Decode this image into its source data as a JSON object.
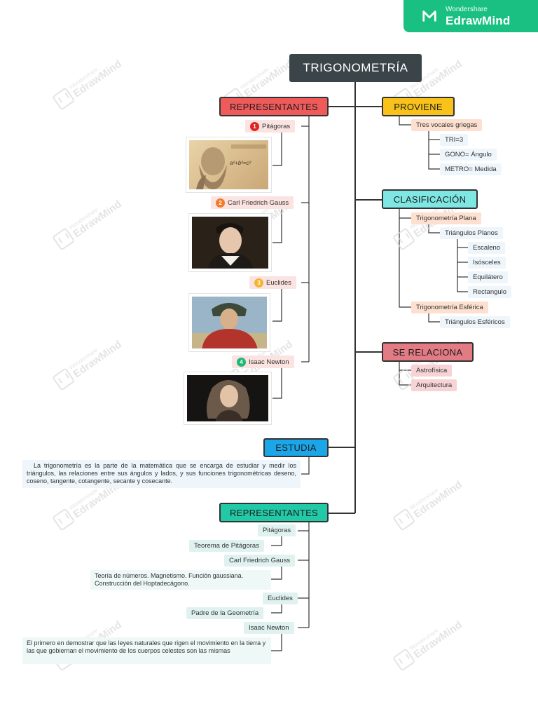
{
  "brand": {
    "small": "Wondershare",
    "big": "EdrawMind",
    "color": "#19c081"
  },
  "watermark": {
    "small": "Wondershare",
    "big": "EdrawMind"
  },
  "root": "TRIGONOMETRÍA",
  "representantes": {
    "title": "REPRESENTANTES",
    "color": "#ef5b5b",
    "items": [
      {
        "num": "1",
        "name": "Pitágoras",
        "badge_color": "#e02424",
        "formula": "a²+b²=c²"
      },
      {
        "num": "2",
        "name": "Carl Friedrich Gauss",
        "badge_color": "#f07b28"
      },
      {
        "num": "3",
        "name": "Euclides",
        "badge_color": "#f5b32e"
      },
      {
        "num": "4",
        "name": "Isaac Newton",
        "badge_color": "#1fb87a"
      }
    ]
  },
  "proviene": {
    "title": "PROVIENE",
    "color": "#f8c21a",
    "child": "Tres vocales griegas",
    "items": [
      "TRI=3",
      "GONO= Ángulo",
      "METRO= Medida"
    ]
  },
  "clasificacion": {
    "title": "CLASIFICACIÓN",
    "color": "#7ee7e3",
    "plana": "Trigonometría Plana",
    "planos": "Triángulos Planos",
    "tipos": [
      "Escaleno",
      "Isósceles",
      "Equilátero",
      "Rectangulo"
    ],
    "esferica": "Trigonometría Esférica",
    "esfericos": "Triángulos Esféricos"
  },
  "se_relaciona": {
    "title": "SE RELACIONA",
    "color": "#e27b84",
    "items": [
      "Astrofísica",
      "Arquitectura"
    ]
  },
  "estudia": {
    "title": "ESTUDIA",
    "color": "#1aa6e8",
    "text": "La trigonometría es la parte de la matemática que se encarga de estudiar y medir los triángulos, las relaciones entre sus ángulos y lados, y sus funciones trigonométricas deseno, coseno, tangente, cotangente, secante y cosecante."
  },
  "representantes2": {
    "title": "REPRESENTANTES",
    "color": "#22c9a6",
    "items": [
      {
        "name": "Pitágoras",
        "desc": "Teorema de Pitágoras"
      },
      {
        "name": "Carl Friedrich Gauss",
        "desc": "Teoría de números. Magnetismo. Función gaussiana. Construcción del Hoptadecágono."
      },
      {
        "name": "Euclides",
        "desc": "Padre de la Geometría"
      },
      {
        "name": "Isaac Newton",
        "desc": "El primero en demostrar que las leyes naturales que rigen el movimiento en la tierra y las que gobiernan el movimiento de los cuerpos celestes son las mismas"
      }
    ]
  }
}
